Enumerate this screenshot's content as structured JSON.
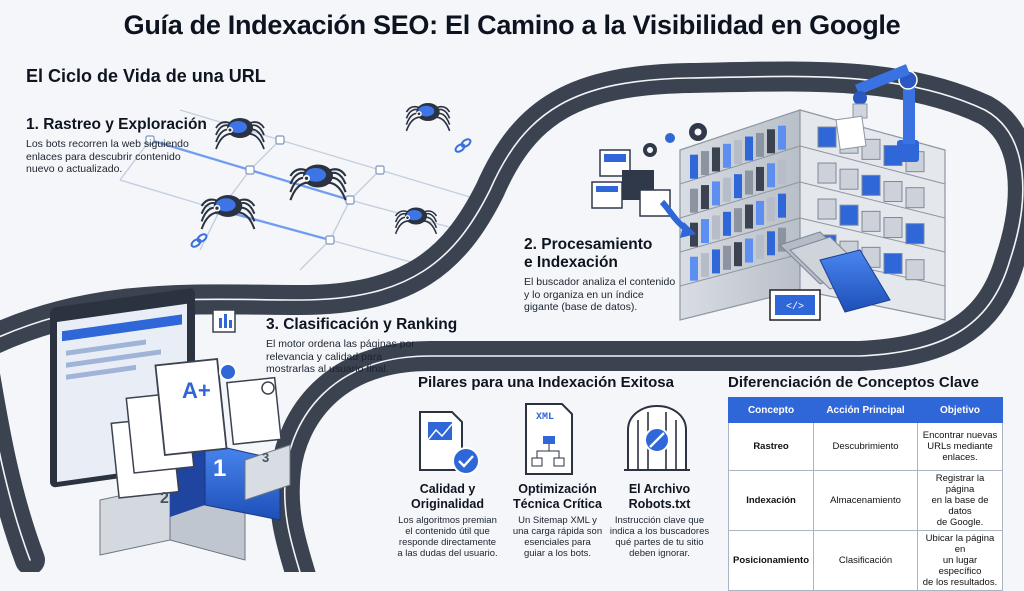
{
  "title": "Guía de Indexación SEO: El Camino a la Visibilidad en Google",
  "lifecycle_heading": "El Ciclo de Vida de una URL",
  "steps": [
    {
      "title": "1. Rastreo y Exploración",
      "desc_lines": [
        "Los bots recorren la web siguiendo",
        "enlaces para descubrir contenido",
        "nuevo o actualizado."
      ]
    },
    {
      "title_lines": [
        "2. Procesamiento",
        "e Indexación"
      ],
      "desc_lines": [
        "El buscador analiza el contenido",
        "y lo organiza en un índice",
        "gigante (base de datos)."
      ]
    },
    {
      "title": "3. Clasificación y Ranking",
      "desc_lines": [
        "El motor ordena las páginas por",
        "relevancia y calidad para",
        "mostrarlas al usuario final."
      ]
    }
  ],
  "podium": {
    "first": "1",
    "second": "2",
    "third": "3",
    "grade": "A+"
  },
  "pillars_heading": "Pilares para una Indexación Exitosa",
  "pillars": [
    {
      "icon": "document-check-icon",
      "title_lines": [
        "Calidad y",
        "Originalidad"
      ],
      "desc_lines": [
        "Los algoritmos premian",
        "el contenido útil que",
        "responde directamente",
        "a las dudas del usuario."
      ]
    },
    {
      "icon": "xml-sitemap-icon",
      "icon_label": "XML",
      "title_lines": [
        "Optimización",
        "Técnica Crítica"
      ],
      "desc_lines": [
        "Un Sitemap XML y",
        "una carga rápida son",
        "esenciales para",
        "guiar a los bots."
      ]
    },
    {
      "icon": "gate-blocked-icon",
      "title_lines": [
        "El Archivo",
        "Robots.txt"
      ],
      "desc_lines": [
        "Instrucción clave que",
        "indica a los buscadores",
        "qué partes de tu sitio",
        "deben ignorar."
      ]
    }
  ],
  "concepts": {
    "heading": "Diferenciación de Conceptos Clave",
    "headers": [
      "Concepto",
      "Acción Principal",
      "Objetivo"
    ],
    "rows": [
      [
        [
          "Rastreo"
        ],
        [
          "Descubrimiento"
        ],
        [
          "Encontrar nuevas",
          "URLs mediante",
          "enlaces."
        ]
      ],
      [
        [
          "Indexación"
        ],
        [
          "Almacenamiento"
        ],
        [
          "Registrar la página",
          "en la base de datos",
          "de Google."
        ]
      ],
      [
        [
          "Posicionamiento"
        ],
        [
          "Clasificación"
        ],
        [
          "Ubicar la página en",
          "un lugar específico",
          "de los resultados."
        ]
      ]
    ]
  },
  "colors": {
    "accent": "#2f66d8",
    "road": "#3b4250",
    "road_line": "#f2f4f7",
    "background": "#f4f6f9"
  }
}
